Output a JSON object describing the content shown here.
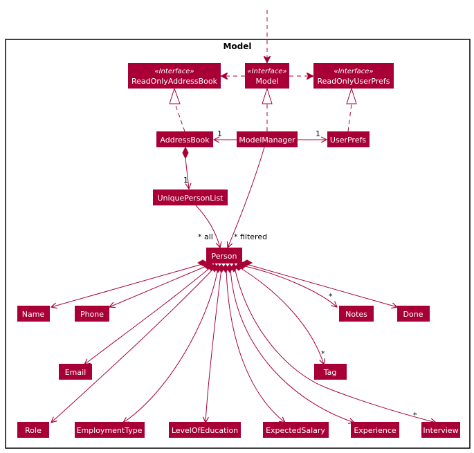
{
  "package": {
    "title": "Model"
  },
  "stereotype": "«Interface»",
  "classes": {
    "readonly_address_book": "ReadOnlyAddressBook",
    "model": "Model",
    "readonly_user_prefs": "ReadOnlyUserPrefs",
    "address_book": "AddressBook",
    "model_manager": "ModelManager",
    "user_prefs": "UserPrefs",
    "unique_person_list": "UniquePersonList",
    "person": "Person",
    "name": "Name",
    "phone": "Phone",
    "notes": "Notes",
    "done": "Done",
    "email": "Email",
    "tag": "Tag",
    "role": "Role",
    "employment_type": "EmploymentType",
    "level_of_education": "LevelOfEducation",
    "expected_salary": "ExpectedSalary",
    "experience": "Experience",
    "interview": "Interview"
  },
  "labels": {
    "mm_ab_mult": "1",
    "mm_up_mult": "1",
    "upl_mult": "1",
    "all": "* all",
    "filtered": "* filtered",
    "notes_mult": "*",
    "tag_mult": "*",
    "interview_mult": "*"
  },
  "colors": {
    "box_fill": "#A80036",
    "line": "#A80036",
    "text": "#FFFFFF",
    "frame": "#000000"
  }
}
